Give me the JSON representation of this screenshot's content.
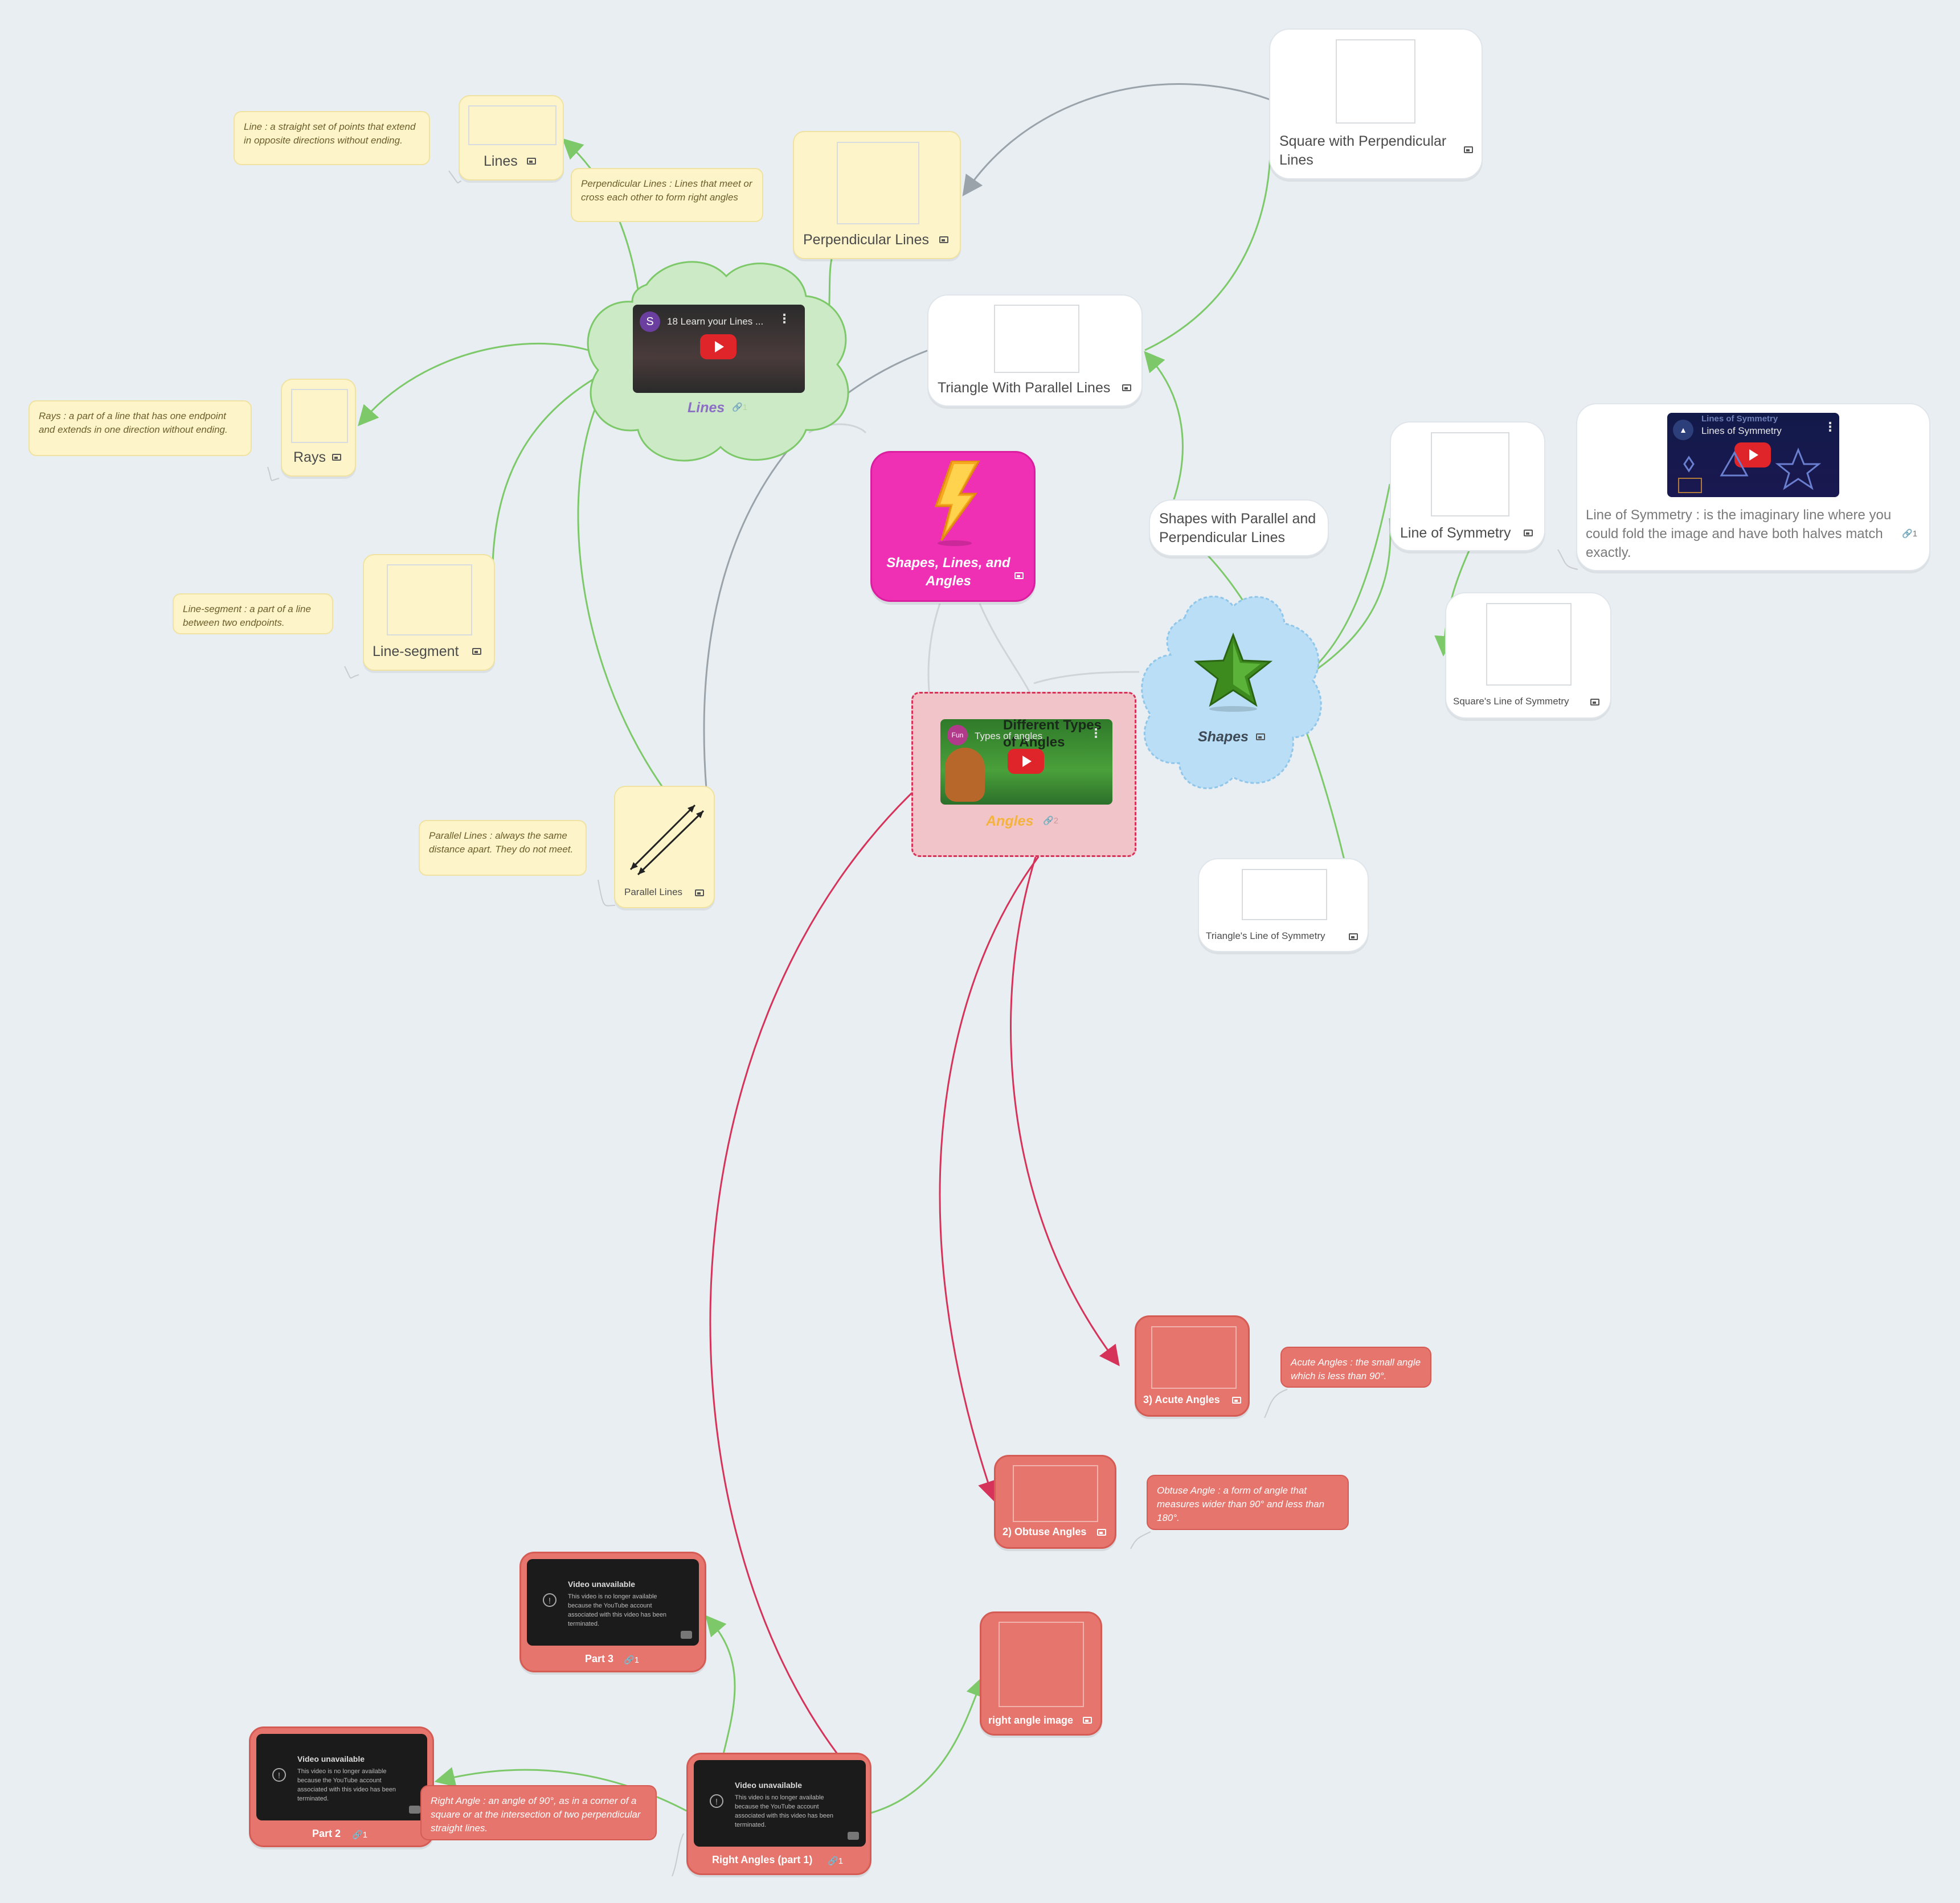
{
  "central": {
    "title": "Shapes, Lines, and Angles",
    "color": "#ef2fb4"
  },
  "lines": {
    "title": "Lines",
    "link_count": "1",
    "video_title": "18 Learn your Lines ...",
    "video_channel": "S",
    "children": {
      "lines": {
        "label": "Lines",
        "note": "Line :  a straight set of points that extend in opposite directions without ending."
      },
      "perpendicular": {
        "label": "Perpendicular Lines",
        "note": "Perpendicular Lines : Lines that meet or cross each other to form right angles"
      },
      "rays": {
        "label": "Rays",
        "note": "Rays : a part of a line that has one endpoint and extends in one direction without ending."
      },
      "segment": {
        "label": "Line-segment",
        "note": "Line-segment :  a part of a line between two endpoints."
      },
      "parallel": {
        "label": "Parallel Lines",
        "note": "Parallel Lines :  always the same distance apart. They do not meet."
      }
    }
  },
  "shapes": {
    "title": "Shapes",
    "children": {
      "square_perp": {
        "label": "Square with Perpendicular Lines"
      },
      "triangle_parallel": {
        "label": "Triangle With Parallel Lines"
      },
      "shapes_parallel": {
        "label": "Shapes with Parallel and Perpendicular Lines"
      },
      "line_symmetry": {
        "label": "Line of Symmetry"
      },
      "symmetry_video": {
        "video_title": "Lines of Symmetry",
        "video_overlay": "Lines of Symmetry",
        "text": "Line of Symmetry : is the imaginary line where you could fold the image and have both halves match exactly.",
        "link_count": "1"
      },
      "square_symmetry": {
        "label": "Square's Line of Symmetry"
      },
      "triangle_symmetry": {
        "label": "Triangle's Line of Symmetry"
      }
    }
  },
  "angles": {
    "title": "Angles",
    "link_count": "2",
    "video_title": "Types of angles",
    "video_overlay": "Different Types of Angles",
    "children": {
      "acute": {
        "label": "3) Acute Angles",
        "note": "Acute Angles :  the small angle which is less than 90°."
      },
      "obtuse": {
        "label": "2) Obtuse Angles",
        "note": "Obtuse Angle : a form of angle that measures wider than 90° and less than 180°."
      },
      "right_image": {
        "label": "right angle image"
      },
      "right1": {
        "label": "Right Angles  (part 1)",
        "link_count": "1",
        "note": "Right Angle : an angle of 90°, as in a corner of a square or at the intersection of two perpendicular straight lines."
      },
      "part2": {
        "label": "Part 2",
        "link_count": "1"
      },
      "part3": {
        "label": "Part 3",
        "link_count": "1"
      }
    },
    "unavailable": {
      "title": "Video unavailable",
      "desc": "This video is no longer available because the YouTube account associated with this video has been terminated."
    }
  },
  "colors": {
    "lines_branch": "#7dc96a",
    "angles_branch": "#d6335a",
    "shapes_branch": "#a6d6f2",
    "gray_link": "#b6bcc2"
  }
}
